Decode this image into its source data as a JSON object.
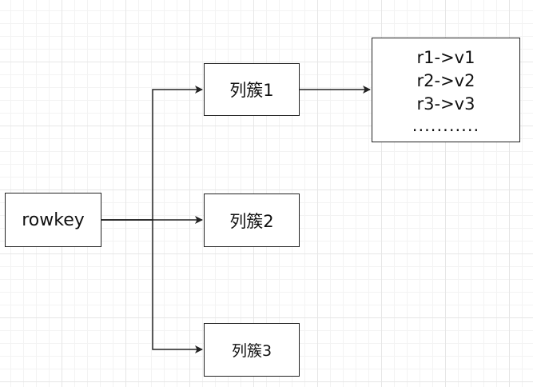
{
  "diagram": {
    "root": {
      "label": "rowkey"
    },
    "families": [
      {
        "label": "列簇1"
      },
      {
        "label": "列簇2"
      },
      {
        "label": "列簇3"
      }
    ],
    "cells": {
      "lines": [
        "r1->v1",
        "r2->v2",
        "r3->v3"
      ],
      "more": "..........."
    },
    "edges": [
      {
        "from": "rowkey",
        "to": "列簇1"
      },
      {
        "from": "rowkey",
        "to": "列簇2"
      },
      {
        "from": "rowkey",
        "to": "列簇3"
      },
      {
        "from": "列簇1",
        "to": "cells"
      }
    ],
    "colors": {
      "stroke": "#222222",
      "fill": "#ffffff",
      "grid": "#e6e6e6"
    }
  }
}
